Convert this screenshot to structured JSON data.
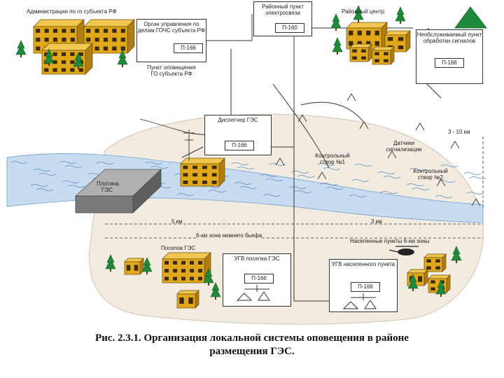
{
  "labels": {
    "admin_region": "Администрации по го субъекта РФ",
    "hq_title": "Орган управления по делам ГОЧС субъекта РФ",
    "hq_device": "П-166",
    "region_center": "Пункт оповещения ГО субъекта РФ",
    "municipal_title": "Районный пункт электросвязи",
    "municipal_device": "П-160",
    "district_center": "Районный центр",
    "water_title": "Необслуживаемый пункт обработки сигналов",
    "water_device": "П-166",
    "dispatcher_title": "Диспетчер ГЭС",
    "dispatcher_device": "П-166",
    "sensors": "Датчики сигнализации",
    "control1": "Контрольный створ №1",
    "control2": "Контрольный створ №2",
    "distance_right": "3 - 10 км",
    "dam": "Плотина ГЭС",
    "dist_5km": "5 км",
    "dist_3km": "3 км",
    "zone": "6-км зона нижнего бьефа",
    "settlements": "Населенные пункты 6-км зоны",
    "village": "Поселок ГЭС",
    "ugv_left_title": "УГВ поселка ГЭС",
    "ugv_left_device": "П-166",
    "ugv_right_title": "УГВ населенного пункта",
    "ugv_right_device": "П-166"
  },
  "caption": {
    "line1": "Рис. 2.3.1. Организация локальной системы оповещения в районе",
    "line2": "размещения ГЭС."
  },
  "colors": {
    "building": "#e0a81a",
    "window": "#3a2a10",
    "tree": "#1f8a3a",
    "zone": "#f2ece0",
    "water": "#c8dcef",
    "dam": "#8a8a8a"
  }
}
